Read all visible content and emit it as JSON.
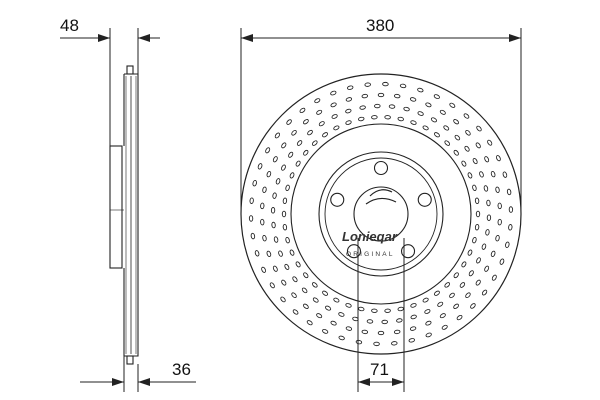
{
  "dimensions": {
    "hub_height": "48",
    "disc_thickness": "36",
    "outer_diameter": "380",
    "center_bore": "71"
  },
  "logo": {
    "brand": "Lonieqar",
    "tagline": "ORIGINAL"
  },
  "colors": {
    "line": "#222222",
    "background": "#ffffff"
  }
}
